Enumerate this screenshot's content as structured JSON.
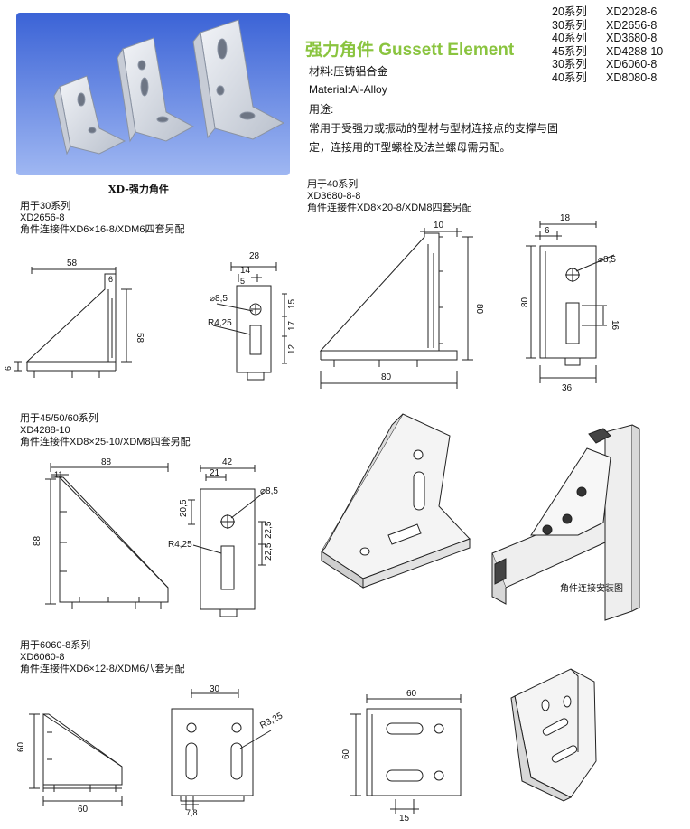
{
  "photo_caption": "XD-强力角件",
  "title": "强力角件 Gussett Element",
  "material_cn": "材料:压铸铝合金",
  "material_en": "Material:Al-Alloy",
  "usage_label": "用途:",
  "usage_line1": "常用于受强力或振动的型材与型材连接点的支撑与固",
  "usage_line2": "定，连接用的T型螺栓及法兰螺母需另配。",
  "models": [
    {
      "series": "20系列",
      "code": "XD2028-6"
    },
    {
      "series": "30系列",
      "code": "XD2656-8"
    },
    {
      "series": "40系列",
      "code": "XD3680-8"
    },
    {
      "series": "45系列",
      "code": "XD4288-10"
    },
    {
      "series": "30系列",
      "code": "XD6060-8"
    },
    {
      "series": "40系列",
      "code": "XD8080-8"
    }
  ],
  "sections": {
    "s30": {
      "l1": "用于30系列",
      "l2": "XD2656-8",
      "l3": "角件连接件XD6×16-8/XDM6四套另配"
    },
    "s40": {
      "l1": "用于40系列",
      "l2": "XD3680-8-8",
      "l3": "角件连接件XD8×20-8/XDM8四套另配"
    },
    "s45": {
      "l1": "用于45/50/60系列",
      "l2": "XD4288-10",
      "l3": "角件连接件XD8×25-10/XDM8四套另配"
    },
    "s6060": {
      "l1": "用于6060-8系列",
      "l2": "XD6060-8",
      "l3": "角件连接件XD6×12-8/XDM6八套另配"
    }
  },
  "dims": {
    "d58w": "58",
    "d6a": "6",
    "d58h": "58",
    "d6b": "6",
    "d28": "28",
    "d14": "14",
    "d5": "5",
    "d85a": "⌀8,5",
    "r425a": "R4,25",
    "d15": "15",
    "d17": "17",
    "d12": "12",
    "d10": "10",
    "d80h": "80",
    "d80w": "80",
    "d18": "18",
    "d6c": "6",
    "d85b": "⌀8,5",
    "d80v": "80",
    "d16": "16",
    "d36": "36",
    "d88w": "88",
    "d11": "11",
    "d88h": "88",
    "d42": "42",
    "d21": "21",
    "d205": "20,5",
    "d85c": "⌀8,5",
    "r425b": "R4,25",
    "d225a": "22,5",
    "d225b": "22,5",
    "d60h": "60",
    "d60w": "60",
    "d30": "30",
    "r325": "R3,25",
    "d78": "7,8",
    "d60t": "60",
    "d60v": "60",
    "d15b": "15"
  },
  "install_caption": "角件连接安装图"
}
